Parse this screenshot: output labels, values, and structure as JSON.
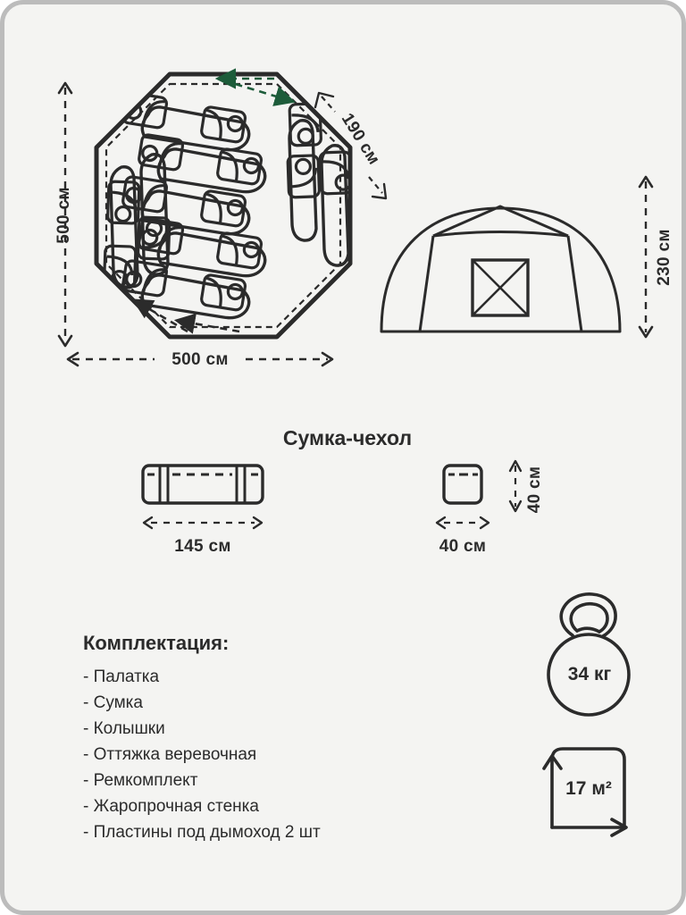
{
  "document": {
    "type": "tent-specification-infographic",
    "background_color": "#f4f4f2",
    "frame_color": "#bcbcbc",
    "ink_color": "#2b2b2b",
    "accent_green": "#1d5c3a"
  },
  "top_view": {
    "shape": "octagon",
    "label_height": "500 см",
    "label_width": "500 см",
    "label_side": "190 см",
    "sleeping_places": 10
  },
  "side_view": {
    "label_height": "230 см",
    "door": "x-cross-door"
  },
  "bag_section": {
    "title": "Сумка-чехол",
    "length_label": "145 см",
    "width_label": "40 см",
    "height_label": "40 см"
  },
  "kit": {
    "title": "Комплектация:",
    "items": [
      "- Палатка",
      "- Сумка",
      "- Колышки",
      "- Оттяжка веревочная",
      "- Ремкомплект",
      "- Жаропрочная стенка",
      "- Пластины под дымоход 2 шт"
    ]
  },
  "badges": {
    "weight": "34 кг",
    "area": "17 м²"
  }
}
